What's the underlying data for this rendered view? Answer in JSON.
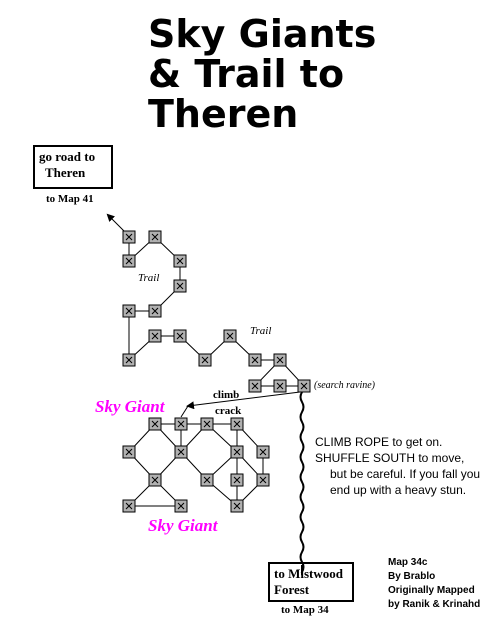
{
  "title": {
    "line1": "Sky Giants",
    "line2": "& Trail to",
    "line3": "Theren"
  },
  "exit_north": {
    "box_line1": "go road to",
    "box_line2": "Theren",
    "map_ref": "to Map 41"
  },
  "exit_south": {
    "box_line1": "to Mistwood",
    "box_line2": "Forest",
    "map_ref": "to Map 34"
  },
  "labels": {
    "trail_1": "Trail",
    "trail_2": "Trail",
    "search": "(search ravine)",
    "climb": "climb",
    "crack": "crack",
    "giant_top": "Sky Giant",
    "giant_bottom": "Sky Giant"
  },
  "note": {
    "line1": "CLIMB ROPE to get on.",
    "line2": "SHUFFLE SOUTH to move,",
    "line3": "but be careful.  If you fall you",
    "line4": "end up with a heavy stun."
  },
  "credits": {
    "line1": "Map 34c",
    "line2": "By Brablo",
    "line3": "Originally Mapped",
    "line4": "by Ranik & Krinahd"
  },
  "colors": {
    "giant": "#ff00ff",
    "room_fill": "#b0b0b0",
    "line": "#000000"
  }
}
